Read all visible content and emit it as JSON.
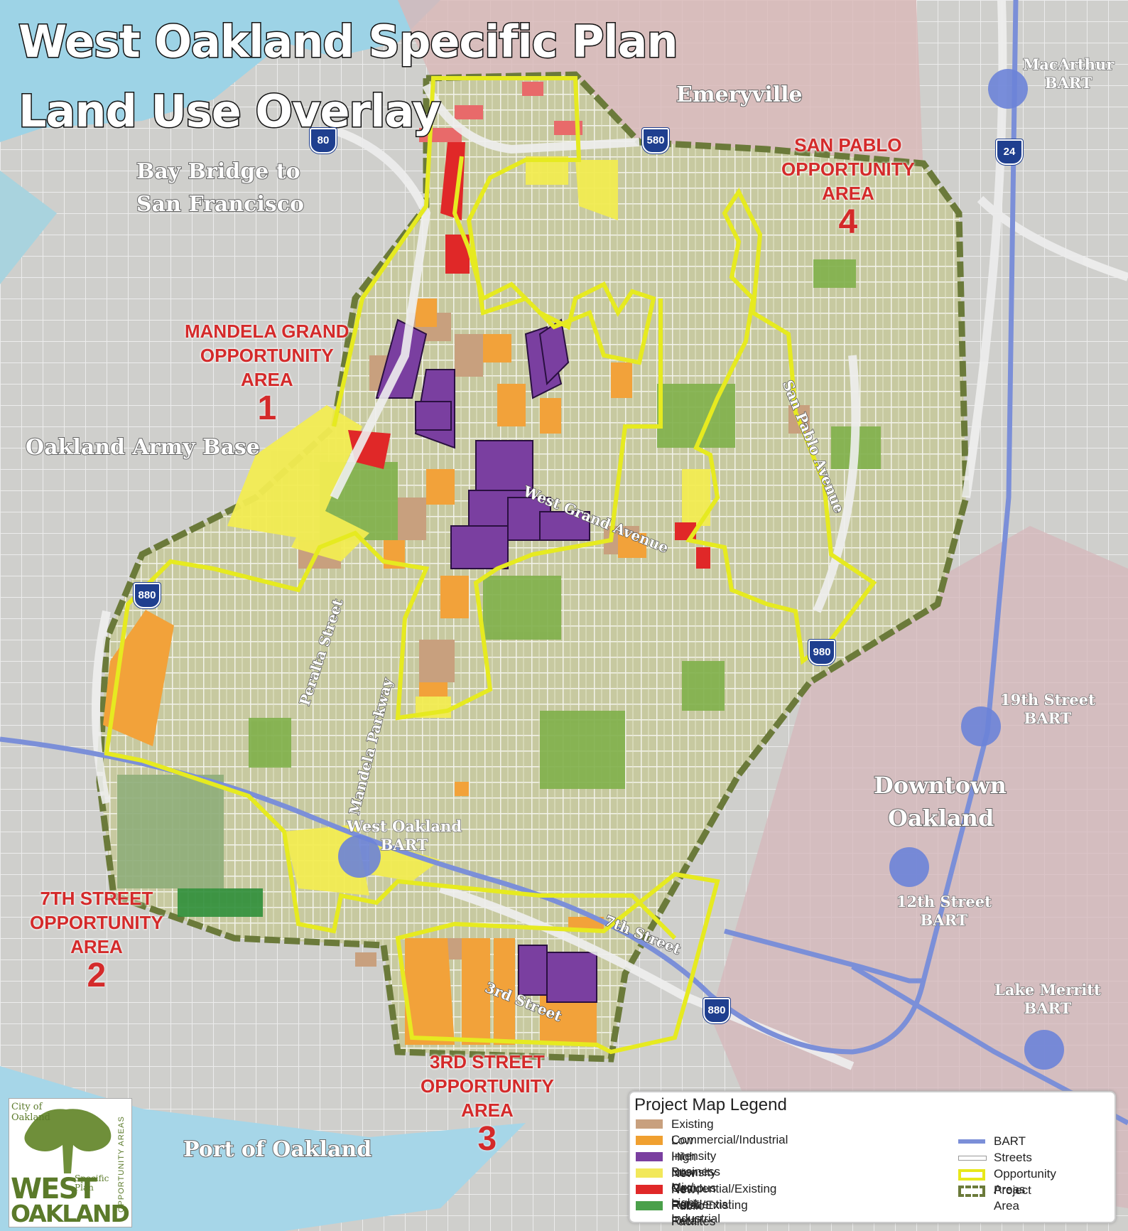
{
  "title": {
    "line1": "West Oakland Specific Plan",
    "line2": "Land Use Overlay"
  },
  "places": {
    "emeryville": "Emeryville",
    "bay_bridge_1": "Bay Bridge to",
    "bay_bridge_2": "San Francisco",
    "army_base": "Oakland Army Base",
    "downtown_1": "Downtown",
    "downtown_2": "Oakland",
    "port": "Port of Oakland"
  },
  "bart_stations": [
    {
      "name": "MacArthur",
      "suffix": "BART"
    },
    {
      "name": "19th Street",
      "suffix": "BART"
    },
    {
      "name": "12th Street",
      "suffix": "BART"
    },
    {
      "name": "Lake Merritt",
      "suffix": "BART"
    },
    {
      "name": "West Oakland",
      "suffix": "BART"
    }
  ],
  "opportunity_areas": [
    {
      "line1": "MANDELA GRAND",
      "line2": "OPPORTUNITY",
      "line3": "AREA",
      "number": "1"
    },
    {
      "line1": "7TH STREET",
      "line2": "OPPORTUNITY",
      "line3": "AREA",
      "number": "2"
    },
    {
      "line1": "3RD STREET",
      "line2": "OPPORTUNITY",
      "line3": "AREA",
      "number": "3"
    },
    {
      "line1": "SAN PABLO",
      "line2": "OPPORTUNITY",
      "line3": "AREA",
      "number": "4"
    }
  ],
  "streets": {
    "west_grand": "West Grand Avenue",
    "san_pablo": "San Pablo Avenue",
    "peralta": "Peralta Street",
    "mandela": "Mandela Parkway",
    "seventh": "7th Street",
    "third": "3rd Street"
  },
  "highways": {
    "i80": "80",
    "i580": "580",
    "i24": "24",
    "i880_north": "880",
    "i880_south": "880",
    "i980": "980"
  },
  "legend": {
    "title": "Project Map Legend",
    "land_uses": [
      {
        "label": "Existing Commercial/Industrial",
        "color": "#c8a07e"
      },
      {
        "label": "Low Intensity Business Mix/ Light Industrial",
        "color": "#f0a030"
      },
      {
        "label": "High Intensity Campus",
        "color": "#7a3fa0"
      },
      {
        "label": "New Residential/Existing Residential",
        "color": "#f2e85a"
      },
      {
        "label": "New Retail/Existing Retail",
        "color": "#e02828"
      },
      {
        "label": "Public Facilites",
        "color": "#4aa04a"
      }
    ],
    "infrastructure": [
      {
        "label": "BART",
        "color": "#7b8fd8"
      },
      {
        "label": "Streets",
        "color": "#ffffff"
      },
      {
        "label": "Opportunity Areas",
        "color": "#e8e81a"
      },
      {
        "label": "Project Area",
        "color": "#6b7a3a"
      }
    ]
  },
  "logo": {
    "city_1": "City of",
    "city_2": "Oakland",
    "west": "WEST",
    "oakland": "OAKLAND",
    "specific": "Specific",
    "plan": "Plan",
    "opportunity": "OPPORTUNITY AREAS"
  }
}
